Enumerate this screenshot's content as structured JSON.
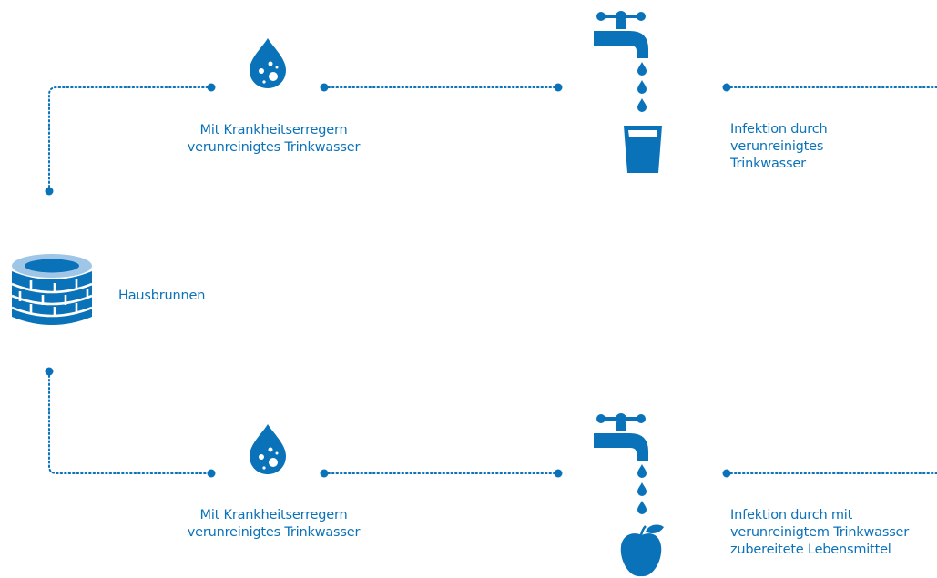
{
  "colors": {
    "primary": "#0a72b8",
    "accent_light": "#9fc6e6",
    "background": "#ffffff"
  },
  "source": {
    "label": "Hausbrunnen",
    "icon": "well-icon"
  },
  "top_path": {
    "pathogen_label": [
      "Mit Krankheitserregern",
      "verunreinigtes Trinkwasser"
    ],
    "pathogen_icon": "water-drop-icon",
    "tap_icon": "faucet-icon",
    "vehicle_icon": "drinking-glass-icon",
    "infection_label": [
      "Infektion durch",
      "verunreinigtes",
      "Trinkwasser"
    ]
  },
  "bottom_path": {
    "pathogen_label": [
      "Mit Krankheitserregern",
      "verunreinigtes Trinkwasser"
    ],
    "pathogen_icon": "water-drop-icon",
    "tap_icon": "faucet-icon",
    "vehicle_icon": "apple-icon",
    "infection_label": [
      "Infektion durch mit",
      "verunreinigtem Trinkwasser",
      "zubereitete Lebensmittel"
    ]
  }
}
